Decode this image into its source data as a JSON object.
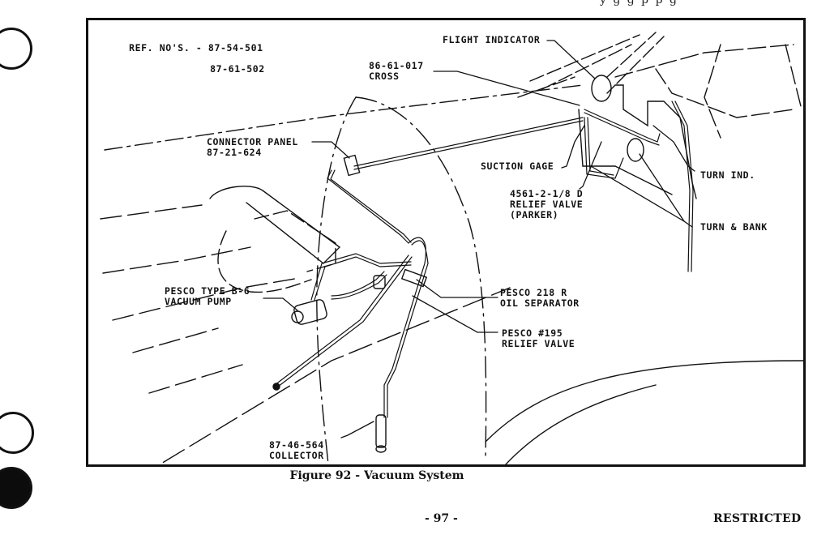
{
  "page": {
    "header_fragment": "y     g         g   p   p              g",
    "page_number": "- 97 -",
    "classification": "RESTRICTED"
  },
  "figure": {
    "caption": "Figure 92 - Vacuum System",
    "reference_numbers": {
      "label": "REF. NO'S. - 87-54-501",
      "second": "87-61-502"
    },
    "callouts": [
      {
        "id": "flight-indicator",
        "text": "FLIGHT INDICATOR"
      },
      {
        "id": "cross",
        "text": "86-61-017\nCROSS"
      },
      {
        "id": "connector-panel",
        "text": "CONNECTOR PANEL\n87-21-624"
      },
      {
        "id": "suction-gage",
        "text": "SUCTION GAGE"
      },
      {
        "id": "turn-ind",
        "text": "TURN IND."
      },
      {
        "id": "relief-valve-parker",
        "text": "4561-2-1/8 D\nRELIEF VALVE\n(PARKER)"
      },
      {
        "id": "turn-and-bank",
        "text": "TURN & BANK"
      },
      {
        "id": "vacuum-pump",
        "text": "PESCO TYPE B-6\nVACUUM PUMP"
      },
      {
        "id": "oil-separator",
        "text": "PESCO 218 R\nOIL SEPARATOR"
      },
      {
        "id": "relief-valve-pesco",
        "text": "PESCO #195\nRELIEF VALVE"
      },
      {
        "id": "collector",
        "text": "87-46-564\nCOLLECTOR"
      }
    ]
  }
}
